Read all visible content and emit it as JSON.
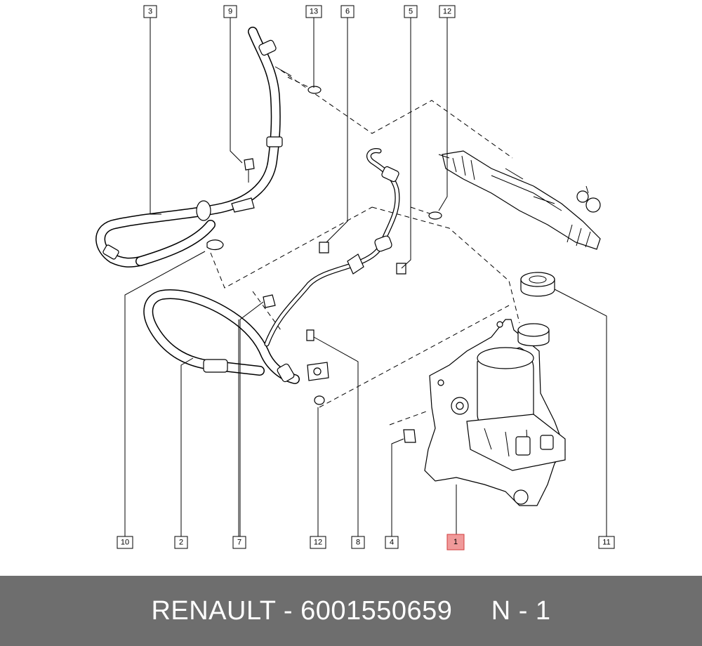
{
  "callouts": {
    "c3": "3",
    "c9": "9",
    "c13": "13",
    "c6": "6",
    "c5": "5",
    "c12top": "12",
    "c10": "10",
    "c2": "2",
    "c7": "7",
    "c12bottom": "12",
    "c8": "8",
    "c4": "4",
    "c1": "1",
    "c11": "11"
  },
  "highlight_color": "#f09a9a",
  "footer": {
    "text": "RENAULT - 6001550659     N - 1",
    "background": "#6e6e6e"
  }
}
